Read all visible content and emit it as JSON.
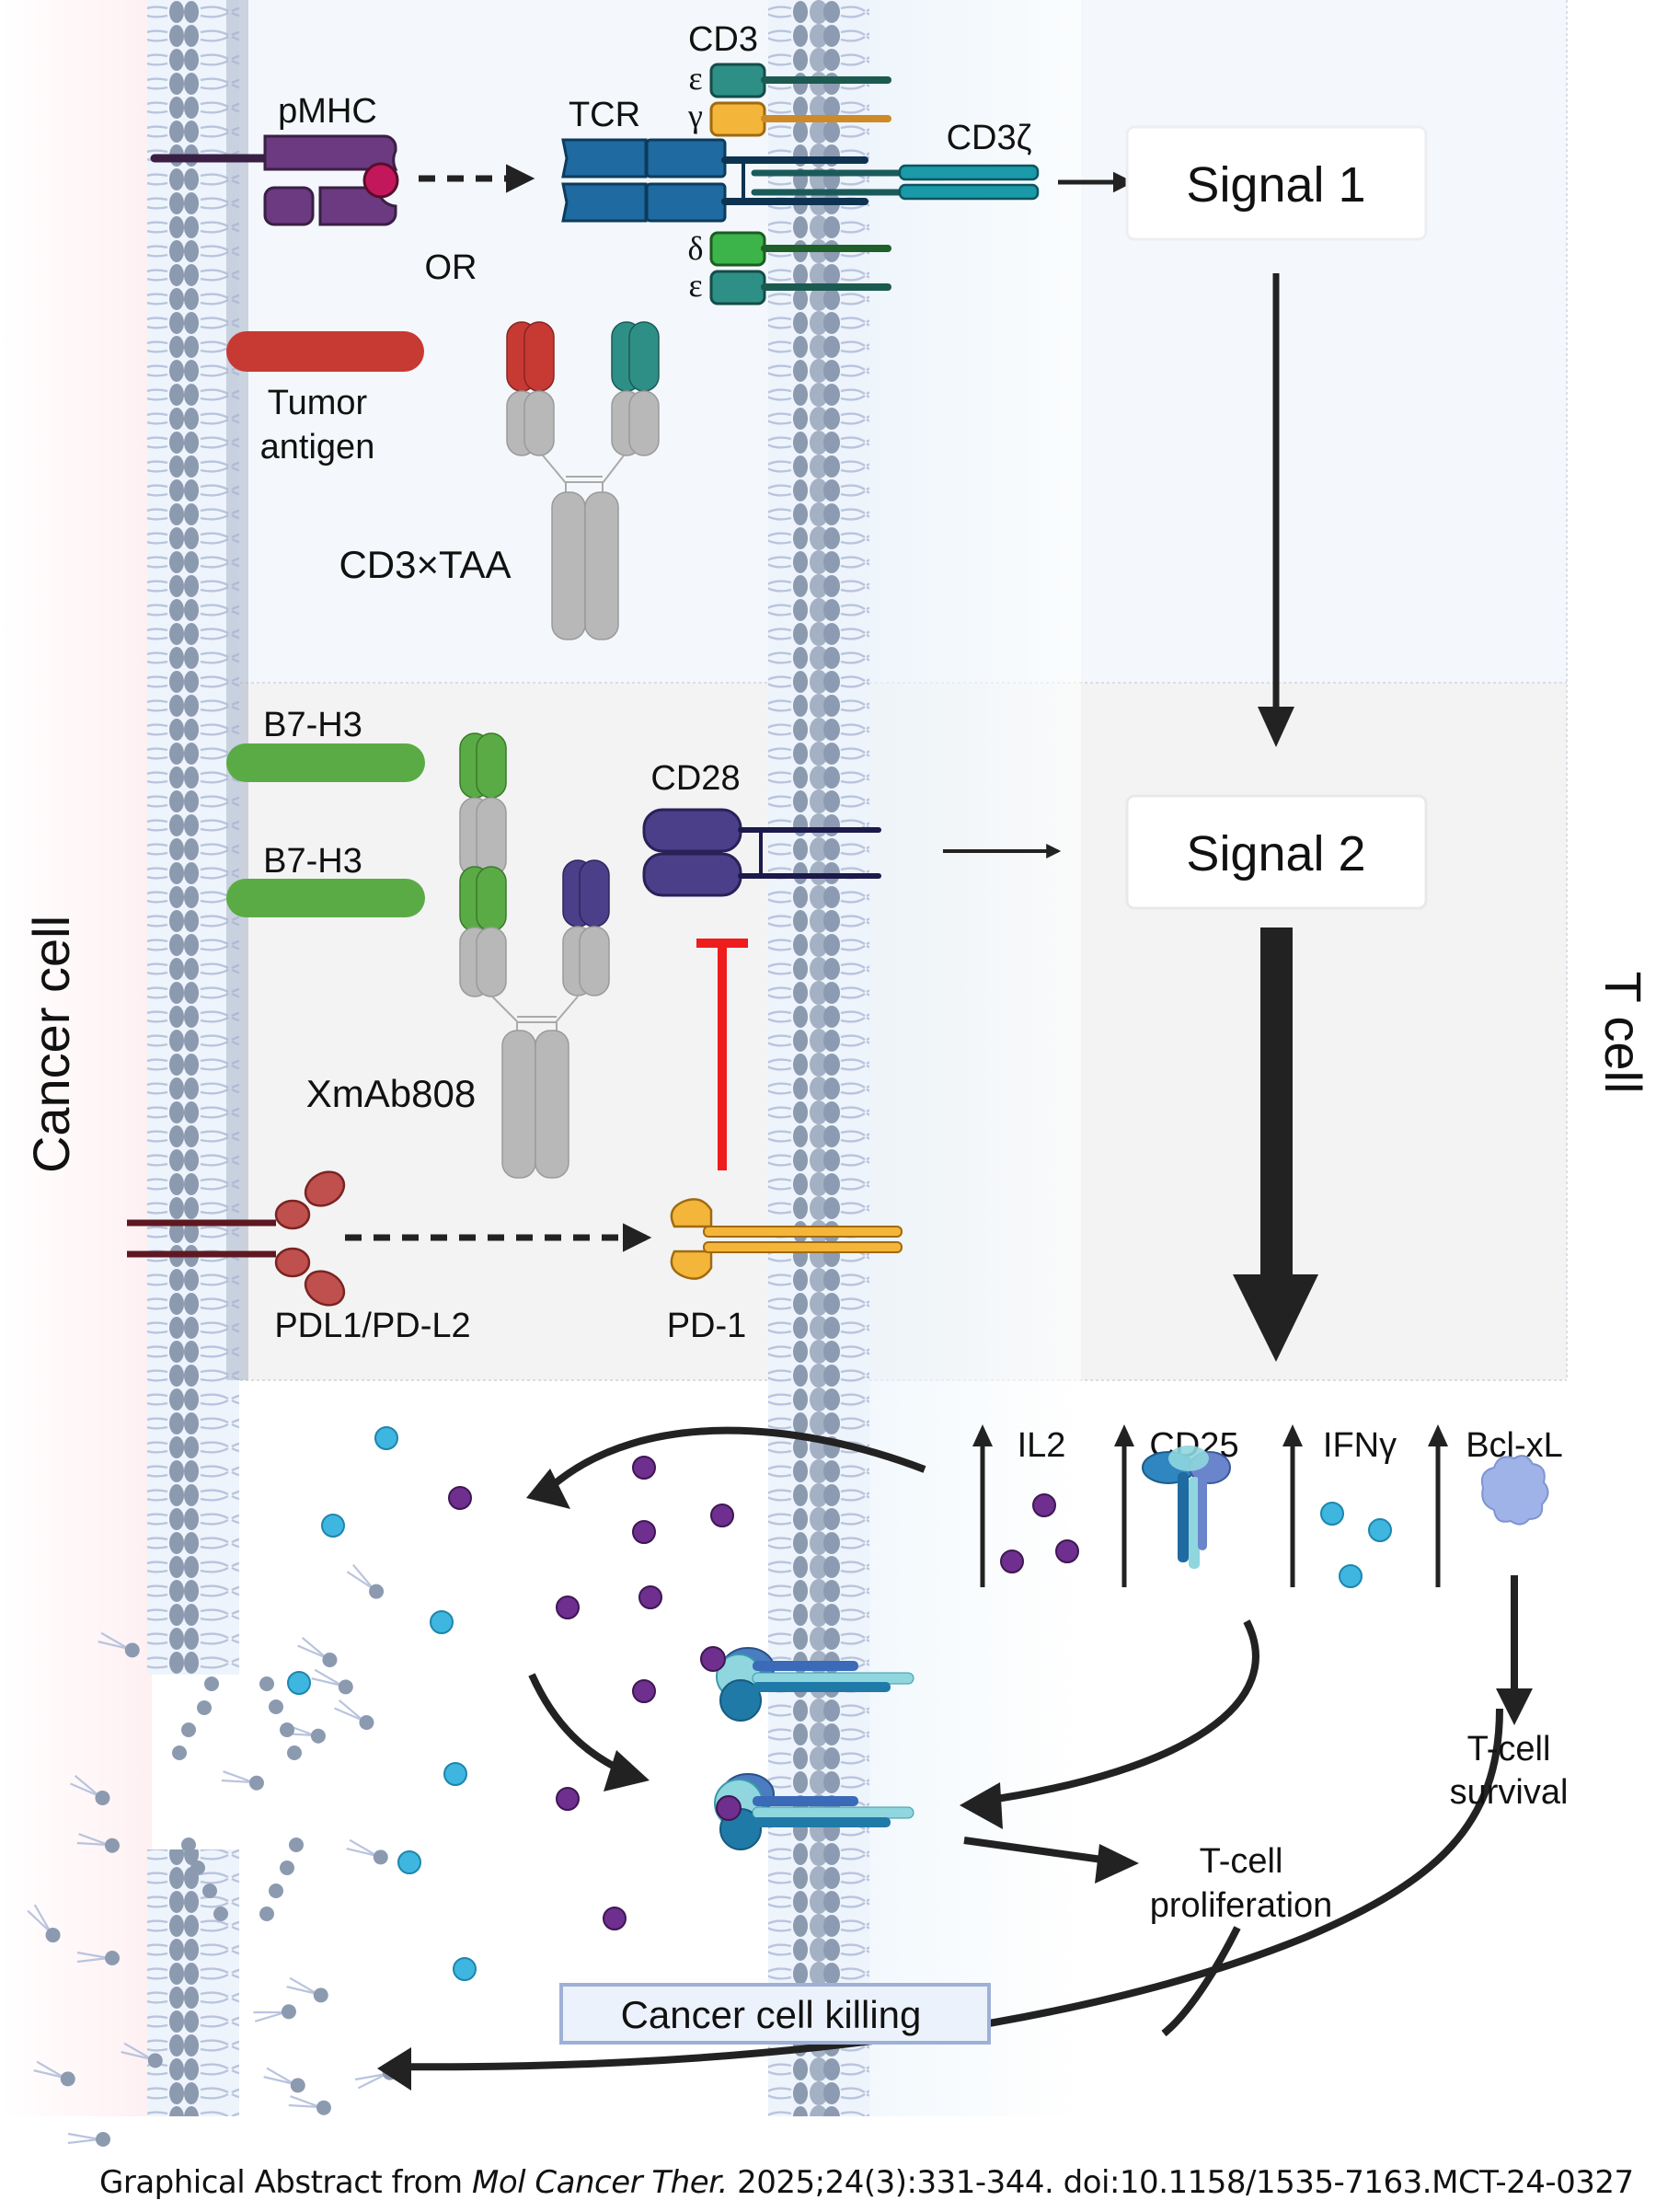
{
  "cells": {
    "cancer_cell": "Cancer cell",
    "t_cell": "T cell"
  },
  "signal1_section": {
    "pmhc": "pMHC",
    "tcr": "TCR",
    "cd3": "CD3",
    "cd3_subunits": [
      "ε",
      "γ",
      "δ",
      "ε"
    ],
    "cd3_zeta": "CD3ζ",
    "or_label": "OR",
    "tumor_antigen_line1": "Tumor",
    "tumor_antigen_line2": "antigen",
    "bispecific": "CD3×TAA",
    "signal_box": "Signal 1"
  },
  "signal2_section": {
    "b7h3_top": "B7-H3",
    "b7h3_bottom": "B7-H3",
    "cd28": "CD28",
    "antibody": "XmAb808",
    "pdl": "PDL1/PD-L2",
    "pd1": "PD-1",
    "signal_box": "Signal 2"
  },
  "outcomes": {
    "markers": [
      {
        "label": "IL2",
        "direction": "up"
      },
      {
        "label": "CD25",
        "direction": "up"
      },
      {
        "label": "IFNγ",
        "direction": "up"
      },
      {
        "label": "Bcl-xL",
        "direction": "up"
      }
    ],
    "survival_line1": "T-cell",
    "survival_line2": "survival",
    "proliferation_line1": "T-cell",
    "proliferation_line2": "proliferation",
    "killing": "Cancer cell killing"
  },
  "colors": {
    "pmhc": "#6b3a80",
    "peptide": "#c2185b",
    "tcr": "#1f6aa0",
    "cd3_epsilon": "#2e8f86",
    "cd3_gamma": "#f4b63a",
    "cd3_delta": "#3cb44a",
    "cd3_zeta": "#1a9aa8",
    "tumor_antigen": "#c63a33",
    "b7h3": "#5aab45",
    "cd28": "#4b3f8a",
    "pd1": "#f4b63a",
    "pdl": "#c0504d",
    "inhibition": "#ee1c1c",
    "il2": "#6e2f8f",
    "ifng": "#3fb6e0",
    "bclxl": "#9fb3e8"
  },
  "footer": {
    "prefix": "Graphical Abstract from ",
    "journal": "Mol Cancer Ther.",
    "citation": " 2025;24(3):331-344. doi:10.1158/1535-7163.MCT-24-0327"
  }
}
